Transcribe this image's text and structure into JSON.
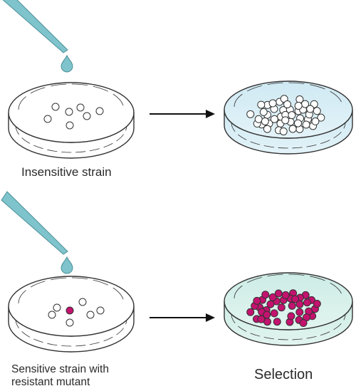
{
  "captions": {
    "insensitive": "Insensitive strain",
    "sensitive_line1": "Sensitive strain with",
    "sensitive_line2": "resistant mutant",
    "selection": "Selection"
  },
  "colors": {
    "pipette_tip": "#7fc4cc",
    "drop": "#7fc4cc",
    "medium_fill": "#d6eef5",
    "medium_fill_bottom": "#d3efe8",
    "dish_stroke": "#333333",
    "colony_white": "#ffffff",
    "colony_resistant": "#c4126f",
    "arrow": "#111111"
  },
  "icons": {
    "pipette": "pipette-icon",
    "drop": "droplet-icon",
    "dish": "petri-dish-icon",
    "arrow": "right-arrow-icon"
  },
  "panels": [
    {
      "id": "top",
      "input_plate": {
        "white_colonies": 7,
        "resistant_colonies": 0
      },
      "output_plate": {
        "white_colonies": 45,
        "resistant_colonies": 0
      }
    },
    {
      "id": "bottom",
      "input_plate": {
        "white_colonies": 6,
        "resistant_colonies": 1
      },
      "output_plate": {
        "white_colonies": 0,
        "resistant_colonies": 40
      }
    }
  ]
}
